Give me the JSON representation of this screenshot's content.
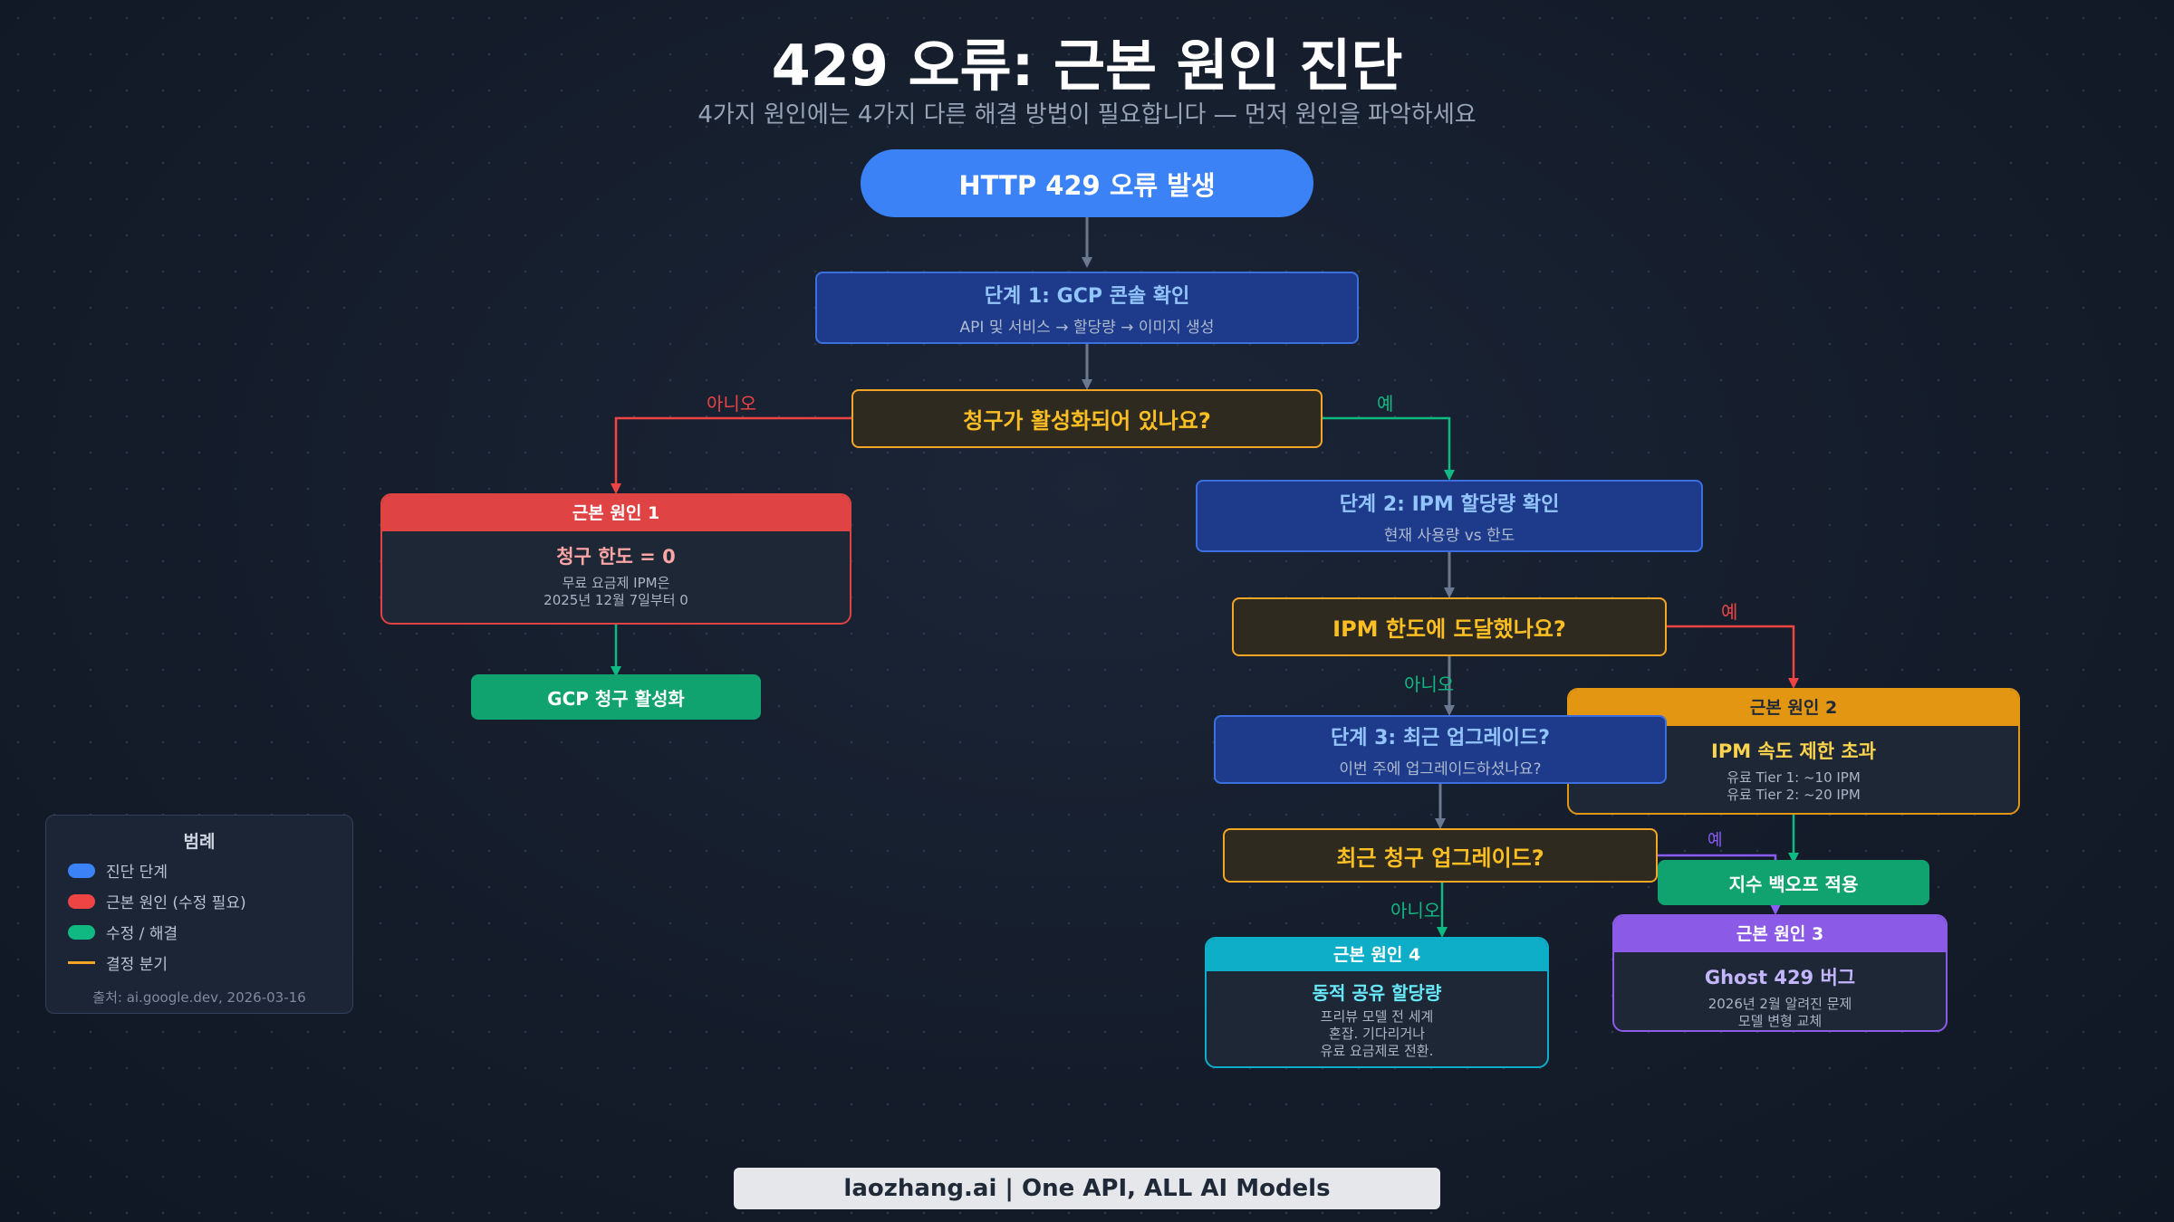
{
  "header": {
    "title": "429 오류: 근본 원인 진단",
    "subtitle": "4가지 원인에는 4가지 다른 해결 방법이 필요합니다 — 먼저 원인을 파악하세요"
  },
  "flow": {
    "start": "HTTP 429 오류 발생",
    "step1": {
      "title": "단계 1: GCP 콘솔 확인",
      "sub": "API 및 서비스 → 할당량 → 이미지 생성"
    },
    "q1": "청구가 활성화되어 있나요?",
    "step2": {
      "title": "단계 2: IPM 할당량 확인",
      "sub": "현재 사용량 vs 한도"
    },
    "q2": "IPM 한도에 도달했나요?",
    "step3": {
      "title": "단계 3: 최근 업그레이드?",
      "sub": "이번 주에 업그레이드하셨나요?"
    },
    "q3": "최근 청구 업그레이드?",
    "fix1": "GCP 청구 활성화",
    "fix2": "지수 백오프 적용"
  },
  "causes": {
    "c1": {
      "head": "근본 원인 1",
      "main": "청구 한도 = 0",
      "desc1": "무료 요금제 IPM은",
      "desc2": "2025년 12월 7일부터 0"
    },
    "c2": {
      "head": "근본 원인 2",
      "main": "IPM 속도 제한 초과",
      "desc1": "유료 Tier 1: ~10 IPM",
      "desc2": "유료 Tier 2: ~20 IPM"
    },
    "c3": {
      "head": "근본 원인 3",
      "main": "Ghost 429 버그",
      "desc1": "2026년 2월 알려진 문제",
      "desc2": "모델 변형 교체"
    },
    "c4": {
      "head": "근본 원인 4",
      "main": "동적 공유 할당량",
      "desc1": "프리뷰 모델 전 세계",
      "desc2": "혼잡. 기다리거나",
      "desc3": "유료 요금제로 전환."
    }
  },
  "labels": {
    "no": "아니오",
    "yes": "예"
  },
  "legend": {
    "title": "범례",
    "items": [
      {
        "label": "진단 단계",
        "color": "#3b82f6"
      },
      {
        "label": "근본 원인 (수정 필요)",
        "color": "#ef4444"
      },
      {
        "label": "수정 / 해결",
        "color": "#10b981"
      },
      {
        "label": "결정 분기",
        "color": "#f5a524"
      }
    ],
    "source": "출처: ai.google.dev, 2026-03-16"
  },
  "footer": "laozhang.ai | One API, ALL AI Models",
  "colors": {
    "arrow_gray": "#6b7890",
    "no_red": "#ef4444",
    "yes_green": "#10b981",
    "purple": "#8b5cf6",
    "cause1": "#e04343",
    "cause2": "#e39612",
    "cause3": "#8b5ae6",
    "cause4": "#0eaec9"
  }
}
